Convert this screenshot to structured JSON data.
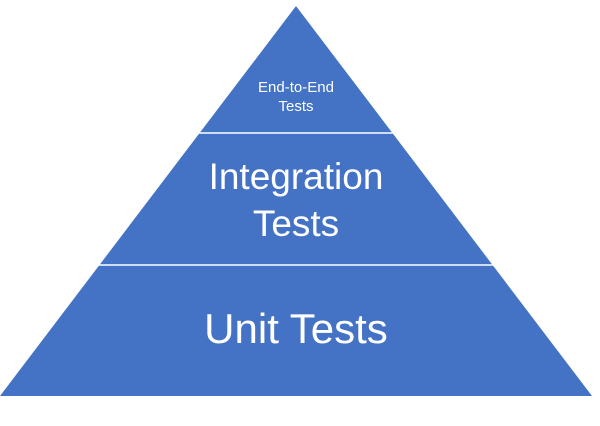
{
  "colors": {
    "fill": "#4472c4",
    "divider": "#ffffff",
    "text": "#ffffff",
    "background": "#ffffff"
  },
  "tiers": [
    {
      "lines": [
        "End-to-End",
        "Tests"
      ]
    },
    {
      "lines": [
        "Integration",
        "Tests"
      ]
    },
    {
      "lines": [
        "Unit Tests"
      ]
    }
  ]
}
